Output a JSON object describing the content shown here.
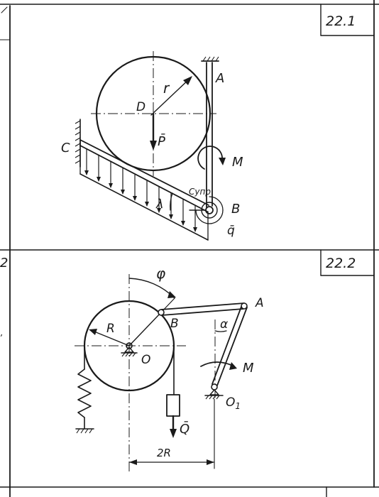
{
  "problems": [
    {
      "number": "22.1",
      "labels": {
        "r": "r",
        "D": "D",
        "A": "A",
        "P": "P̄",
        "C": "C",
        "M": "M",
        "c_spring": "Cупр",
        "lambda": "λ",
        "B": "B",
        "q": "q̄"
      }
    },
    {
      "number": "22.2",
      "labels": {
        "phi": "φ",
        "A": "A",
        "R": "R",
        "B": "B",
        "alpha": "α",
        "O": "O",
        "M": "M",
        "O1": "O",
        "O1_sub": "1",
        "Q": "Q̄",
        "two_R": "2R"
      }
    }
  ],
  "margin": {
    "left_number_2": "2"
  }
}
